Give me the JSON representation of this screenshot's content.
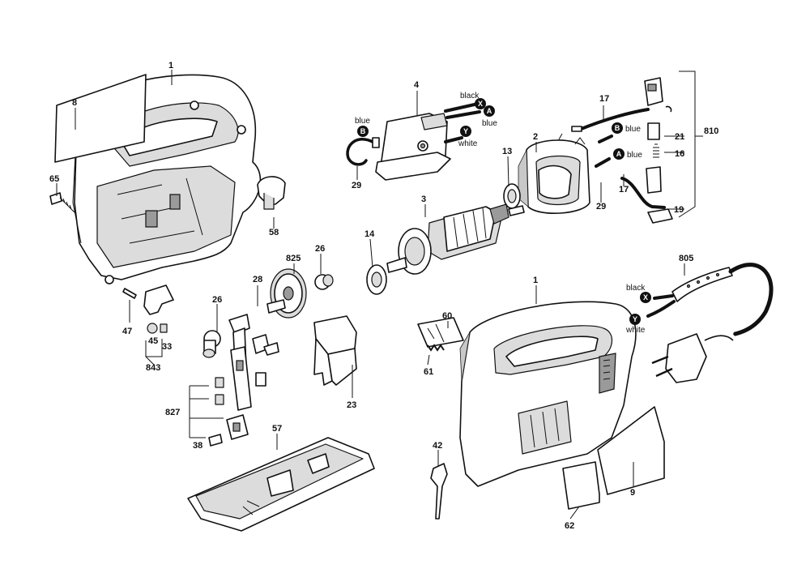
{
  "parts": {
    "p1_handle": "1",
    "p8": "8",
    "p65": "65",
    "p58": "58",
    "p4": "4",
    "p29a": "29",
    "p17a": "17",
    "p2": "2",
    "p13": "13",
    "p3": "3",
    "p14": "14",
    "p21": "21",
    "p810": "810",
    "p16": "16",
    "p17b": "17",
    "p29b": "29",
    "p19": "19",
    "p825": "825",
    "p26a": "26",
    "p28": "28",
    "p26b": "26",
    "p47": "47",
    "p45": "45",
    "p33": "33",
    "p843": "843",
    "p23": "23",
    "p60": "60",
    "p61": "61",
    "p1_body": "1",
    "p805": "805",
    "p827": "827",
    "p38": "38",
    "p57": "57",
    "p42": "42",
    "p9": "9",
    "p62": "62"
  },
  "wires": {
    "black_top": "black",
    "blue_top": "blue",
    "white_top": "white",
    "blue_left": "blue",
    "blue_17": "blue",
    "blue_29": "blue",
    "black_cord": "black",
    "white_cord": "white"
  },
  "badges": {
    "x_top": "X",
    "a_top": "A",
    "y_top": "Y",
    "b_left": "B",
    "b_right": "B",
    "a_right": "A",
    "x_cord": "X",
    "y_cord": "Y"
  }
}
